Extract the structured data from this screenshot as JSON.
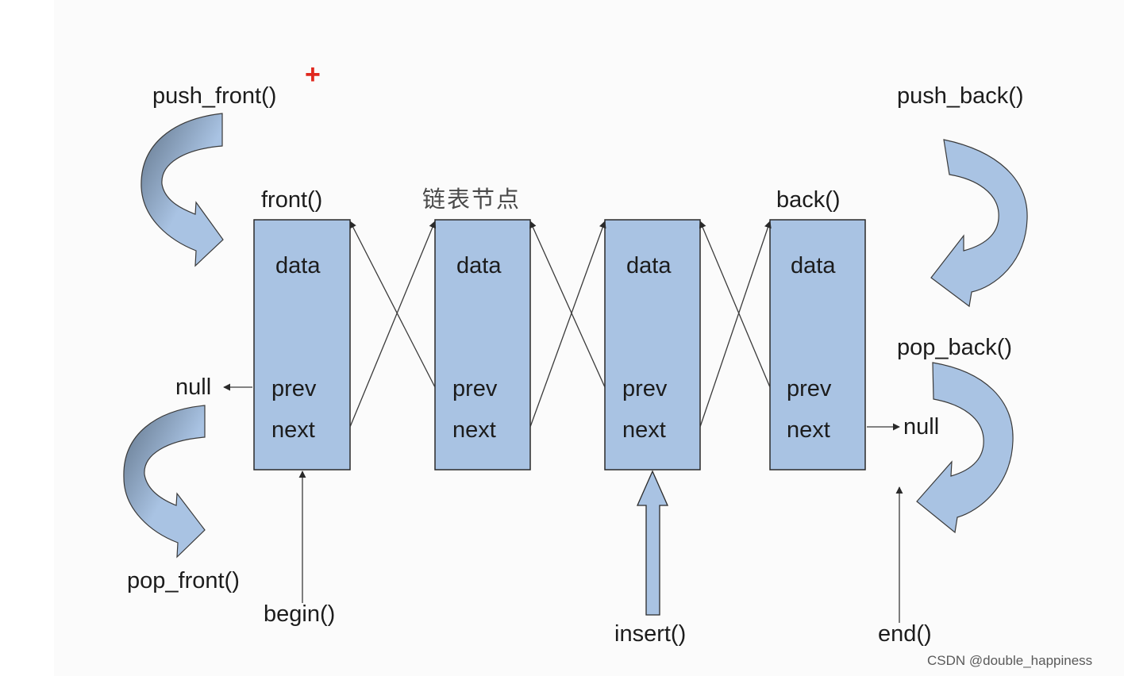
{
  "labels": {
    "push_front": "push_front()",
    "pop_front": "pop_front()",
    "push_back": "push_back()",
    "pop_back": "pop_back()",
    "front": "front()",
    "node_caption": "链表节点",
    "back": "back()",
    "null_left": "null",
    "null_right": "null",
    "begin": "begin()",
    "insert": "insert()",
    "end": "end()",
    "plus": "+"
  },
  "nodes": [
    {
      "data": "data",
      "prev": "prev",
      "next": "next"
    },
    {
      "data": "data",
      "prev": "prev",
      "next": "next"
    },
    {
      "data": "data",
      "prev": "prev",
      "next": "next"
    },
    {
      "data": "data",
      "prev": "prev",
      "next": "next"
    }
  ],
  "colors": {
    "node_fill": "#a9c3e3",
    "node_stroke": "#2a2a2a",
    "arrow_fill": "#a9c3e3",
    "arrow_shade": "#6f839a",
    "line": "#3a3a3a",
    "accent_plus": "#e0281e"
  },
  "watermark": "CSDN @double_happiness"
}
